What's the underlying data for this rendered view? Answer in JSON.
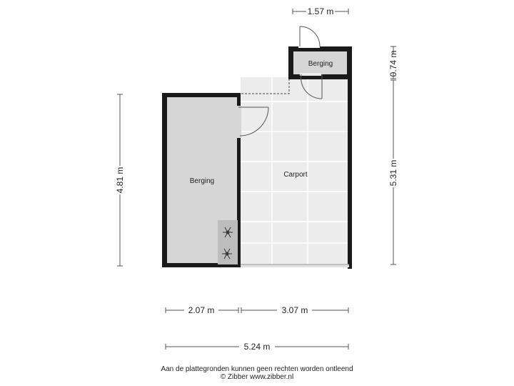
{
  "rooms": {
    "berging_large": "Berging",
    "berging_small": "Berging",
    "carport": "Carport"
  },
  "dimensions": {
    "top_width": "1.57 m",
    "small_height": "0.74 m",
    "right_height": "5.31 m",
    "left_height": "4.81 m",
    "bottom_left": "2.07 m",
    "bottom_right": "3.07 m",
    "total_width": "5.24 m"
  },
  "footer": {
    "disclaimer": "Aan de plattegronden kunnen geen rechten worden ontleend",
    "credit": "© Zibber www.zibber.nl"
  },
  "icons": [
    "fan-icon",
    "fan-icon"
  ],
  "colors": {
    "wall": "#1a1a1a",
    "room_fill": "#d6d6d6",
    "carport_fill": "#ececec",
    "tile_line": "#ffffff"
  }
}
